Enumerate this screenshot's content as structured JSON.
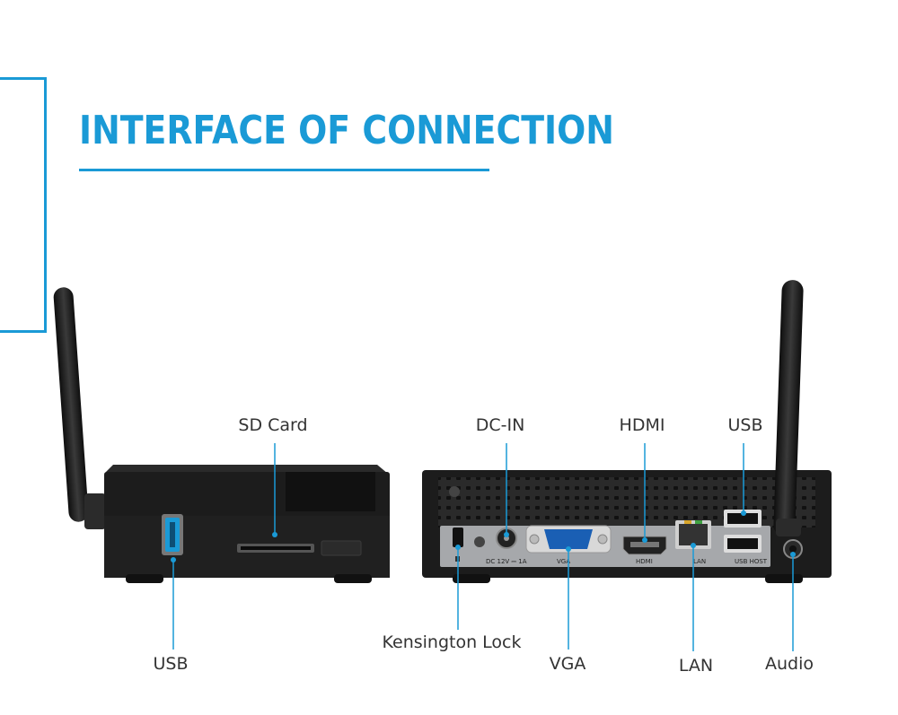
{
  "heading": {
    "title": "INTERFACE OF CONNECTION"
  },
  "colors": {
    "accent": "#1a9ad6",
    "device": "#1f1f1f",
    "panel": "#a6a8ab"
  },
  "callouts": {
    "sd_card": "SD Card",
    "usb_front": "USB",
    "dc_in": "DC-IN",
    "hdmi": "HDMI",
    "usb_rear": "USB",
    "kensington": "Kensington Lock",
    "vga": "VGA",
    "lan": "LAN",
    "audio": "Audio"
  },
  "panel_print": {
    "dc_rating": "DC  12V ⎓ 1A",
    "vga": "VGA",
    "hdmi": "HDMI",
    "lan": "LAN",
    "usb_host": "USB HOST"
  }
}
